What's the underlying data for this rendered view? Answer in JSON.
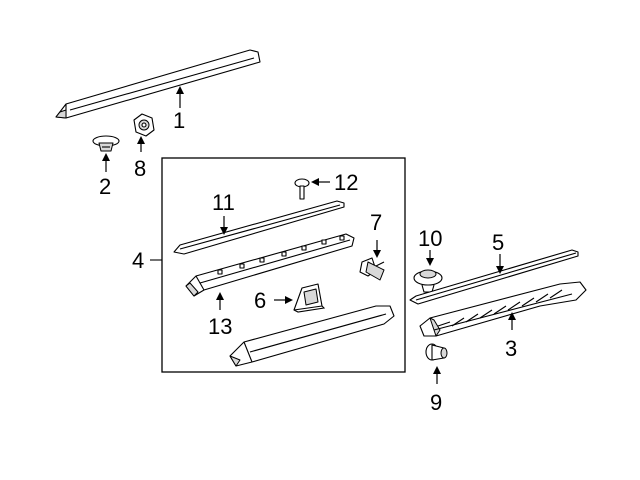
{
  "callouts": {
    "c1": "1",
    "c2": "2",
    "c3": "3",
    "c4": "4",
    "c5": "5",
    "c6": "6",
    "c7": "7",
    "c8": "8",
    "c9": "9",
    "c10": "10",
    "c11": "11",
    "c12": "12",
    "c13": "13"
  },
  "icons": {
    "part1": "rocker-molding-upper-icon",
    "part2": "push-clip-icon",
    "part3": "rocker-panel-molding-icon",
    "part5": "molding-strip-icon",
    "part6": "bracket-icon",
    "part7": "retainer-clip-icon",
    "part8": "nut-retainer-icon",
    "part9": "screw-grommet-icon",
    "part10": "grommet-clip-icon",
    "part11": "trim-strip-icon",
    "part12": "pin-clip-icon",
    "part13": "mounting-rail-icon"
  }
}
